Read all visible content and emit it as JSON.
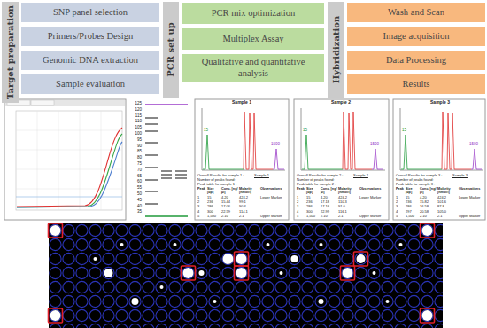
{
  "diagram": {
    "nodes": [
      {
        "text": [
          "Target preparation"
        ]
      },
      {
        "text": [
          "SNP panel selection"
        ]
      },
      {
        "text": [
          "Primers/Probes Design"
        ]
      },
      {
        "text": [
          "Genomic DNA extraction"
        ]
      },
      {
        "text": [
          "Sample evaluation"
        ]
      },
      {
        "text": [
          "PCR set up"
        ]
      },
      {
        "text": [
          "PCR mix optimization"
        ]
      },
      {
        "text": [
          "Multiplex Assay"
        ]
      },
      {
        "text": [
          "Qualitative and quantitative analysis"
        ]
      },
      {
        "text": [
          "Hybridization"
        ]
      },
      {
        "text": [
          "Wash and Scan"
        ]
      },
      {
        "text": [
          "Image acquisition"
        ]
      },
      {
        "text": [
          "Data Processing"
        ]
      },
      {
        "text": [
          "Results"
        ]
      }
    ],
    "labels": [
      "125",
      "120",
      "115",
      "110",
      "105",
      "100",
      "95",
      "90",
      "85",
      "80",
      "75",
      "70",
      "65",
      "60",
      "55",
      "50",
      "45",
      "40",
      "35",
      "Sample 1",
      "Overall Results for sample 1 :",
      "Sample 1",
      "Number of peaks found:",
      "Peak table for sample 1 :",
      "Peak",
      "Size [bp]",
      "Conc. [ng/µl]",
      "Molarity [nmol/l]",
      "Observations",
      "1",
      "15",
      "4.20",
      "424.2",
      "Lower Marker",
      "2",
      "236",
      "15.44",
      "99.1",
      "3",
      "286",
      "17.06",
      "90.4",
      "4",
      "300",
      "22.59",
      "114.1",
      "5",
      "1,500",
      "2.10",
      "2.1",
      "Upper Marker",
      "15",
      "1500",
      "Sample 2",
      "Overall Results for sample 2 :",
      "Sample 2",
      "Number of peaks found:",
      "Peak table for sample 2 :",
      "Peak",
      "Size [bp]",
      "Conc. [ng/µl]",
      "Molarity [nmol/l]",
      "Observations",
      "1",
      "15",
      "4.20",
      "424.2",
      "Lower Marker",
      "2",
      "236",
      "17.18",
      "110.3",
      "3",
      "286",
      "17.16",
      "91.0",
      "4",
      "300",
      "22.99",
      "116.1",
      "5",
      "1,500",
      "2.10",
      "2.1",
      "Upper Marker",
      "15",
      "1500",
      "Sample 3",
      "Overall Results for sample 3 :",
      "Sample 3",
      "Number of peaks found:",
      "Peak table for sample 3 :",
      "Peak",
      "Size [bp]",
      "Conc. [ng/µl]",
      "Molarity [nmol/l]",
      "Observations",
      "1",
      "15",
      "4.20",
      "424.2",
      "Lower Marker",
      "2",
      "236",
      "15.82",
      "101.6",
      "3",
      "286",
      "16.58",
      "87.8",
      "4",
      "297",
      "20.58",
      "105.0",
      "5",
      "1,500",
      "2.10",
      "2.1",
      "Upper Marker",
      "15",
      "1500"
    ]
  }
}
